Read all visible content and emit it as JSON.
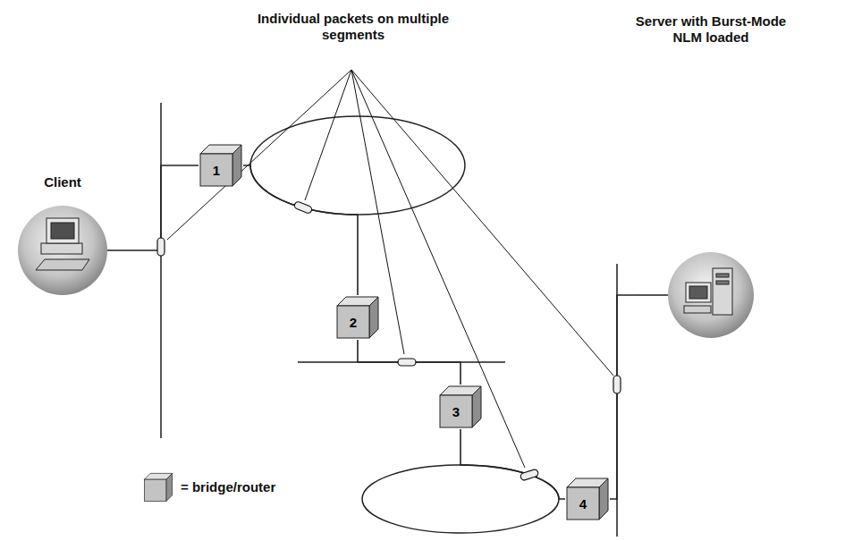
{
  "diagram": {
    "nodes": [
      {
        "text": [
          "Client"
        ]
      },
      {
        "text": [
          "1"
        ]
      },
      {
        "text": [
          "2"
        ]
      },
      {
        "text": [
          "3"
        ]
      },
      {
        "text": [
          "4"
        ]
      },
      {
        "text": [
          "Server with Burst-Mode NLM loaded"
        ]
      }
    ],
    "edges": [
      {
        "from": 0,
        "to": 1,
        "arrow": "none"
      },
      {
        "from": 1,
        "to": 2,
        "arrow": "none"
      },
      {
        "from": 2,
        "to": 3,
        "arrow": "none"
      },
      {
        "from": 3,
        "to": 4,
        "arrow": "none"
      },
      {
        "from": 4,
        "to": 5,
        "arrow": "none"
      }
    ],
    "labels": [
      "Individual packets on multiple segments"
    ],
    "legend": [
      {
        "text": "= bridge/router"
      }
    ]
  }
}
